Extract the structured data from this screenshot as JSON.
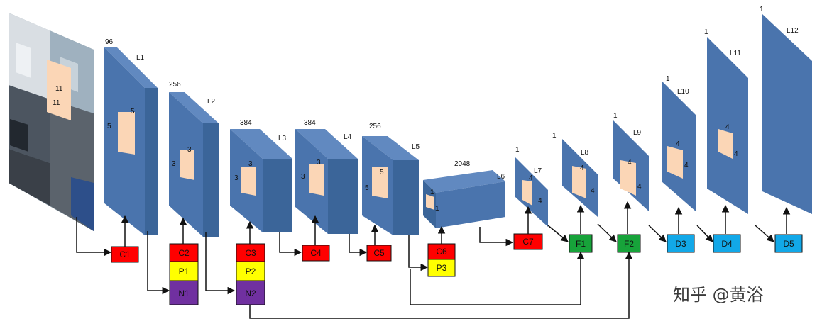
{
  "layers": [
    {
      "id": "L1",
      "channels": "96",
      "kernel_a": "5",
      "kernel_b": "5"
    },
    {
      "id": "L2",
      "channels": "256",
      "kernel_a": "3",
      "kernel_b": "3"
    },
    {
      "id": "L3",
      "channels": "384",
      "kernel_a": "3",
      "kernel_b": "3"
    },
    {
      "id": "L4",
      "channels": "384",
      "kernel_a": "3",
      "kernel_b": "3"
    },
    {
      "id": "L5",
      "channels": "256",
      "kernel_a": "5",
      "kernel_b": "5"
    },
    {
      "id": "L6",
      "channels": "2048",
      "kernel_a": "1",
      "kernel_b": "1"
    },
    {
      "id": "L7",
      "channels": "1",
      "kernel_a": "4",
      "kernel_b": "4"
    },
    {
      "id": "L8",
      "channels": "1",
      "kernel_a": "4",
      "kernel_b": "4"
    },
    {
      "id": "L9",
      "channels": "1",
      "kernel_a": "4",
      "kernel_b": "4"
    },
    {
      "id": "L10",
      "channels": "1",
      "kernel_a": "4",
      "kernel_b": "4"
    },
    {
      "id": "L11",
      "channels": "1",
      "kernel_a": "4",
      "kernel_b": "4"
    },
    {
      "id": "L12",
      "channels": "1"
    }
  ],
  "input_kernel": {
    "a": "11",
    "b": "11"
  },
  "ops": {
    "C1": "C1",
    "C2": "C2",
    "C3": "C3",
    "C4": "C4",
    "C5": "C5",
    "C6": "C6",
    "C7": "C7",
    "P1": "P1",
    "P2": "P2",
    "P3": "P3",
    "N1": "N1",
    "N2": "N2",
    "F1": "F1",
    "F2": "F2",
    "D3": "D3",
    "D4": "D4",
    "D5": "D5"
  },
  "colors": {
    "layer_front": "#4a74ad",
    "layer_side": "#3b6599",
    "layer_top": "#6189c0",
    "kernel_patch": "#fbd6b6",
    "conv": "#ff0000",
    "pool": "#ffff00",
    "norm": "#7030a0",
    "fuse": "#17a33a",
    "deconv": "#12a8e8",
    "arrow": "#111111"
  },
  "watermark": "知乎 @黄浴"
}
